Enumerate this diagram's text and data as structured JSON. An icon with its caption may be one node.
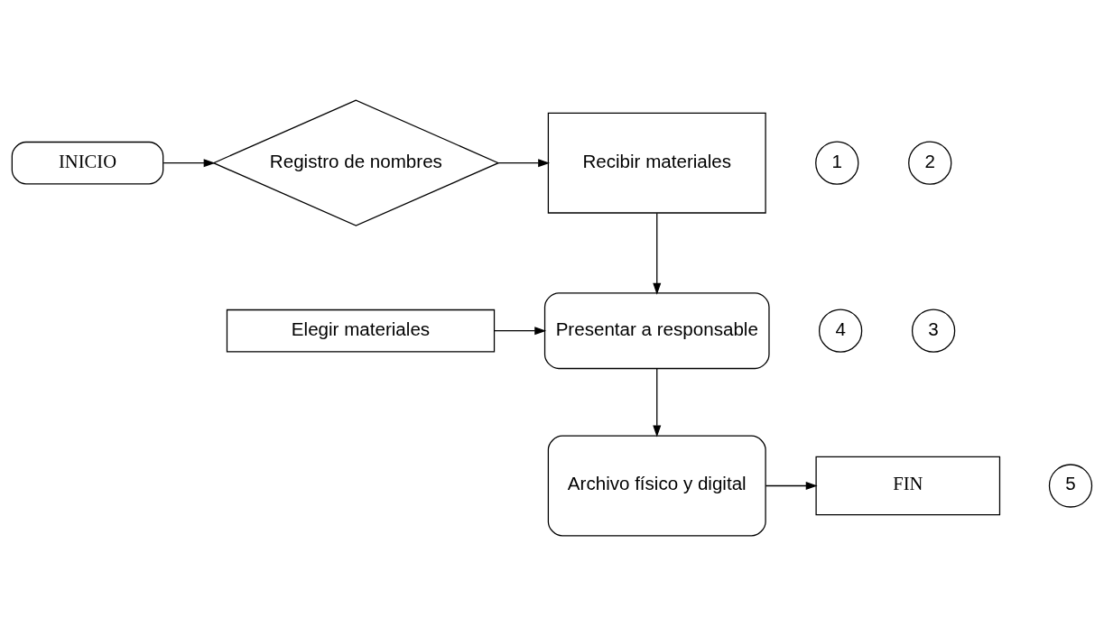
{
  "diagram": {
    "nodes": [
      {
        "text": [
          "INICIO"
        ]
      },
      {
        "text": [
          "Registro de nombres"
        ]
      },
      {
        "text": [
          "1"
        ]
      },
      {
        "text": [
          "Recibir materiales"
        ]
      },
      {
        "text": [
          "2"
        ]
      },
      {
        "text": [
          "Elegir materiales"
        ]
      },
      {
        "text": [
          "4"
        ]
      },
      {
        "text": [
          "Presentar a responsable"
        ]
      },
      {
        "text": [
          "3"
        ]
      },
      {
        "text": [
          "FIN"
        ]
      },
      {
        "text": [
          "Archivo físico y digital"
        ]
      },
      {
        "text": [
          "5"
        ]
      }
    ],
    "edges": [
      {
        "from": 0,
        "to": 1,
        "arrow": "to"
      },
      {
        "from": 1,
        "to": 3,
        "arrow": "to"
      },
      {
        "from": 3,
        "to": 7,
        "arrow": "to"
      },
      {
        "from": 5,
        "to": 7,
        "arrow": "to"
      },
      {
        "from": 7,
        "to": 10,
        "arrow": "to"
      },
      {
        "from": 10,
        "to": 9,
        "arrow": "to"
      }
    ]
  }
}
